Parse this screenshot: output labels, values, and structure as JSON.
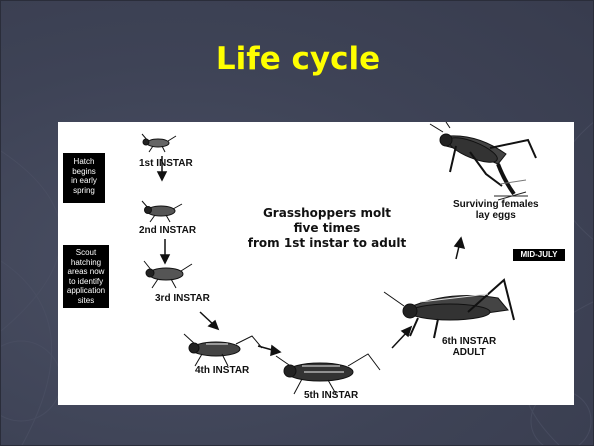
{
  "slide": {
    "title": "Life cycle"
  },
  "diagram": {
    "center_text": [
      "Grasshoppers molt",
      "five times",
      "from 1st instar to adult"
    ],
    "stages": [
      {
        "id": "1st",
        "label": "1st INSTAR"
      },
      {
        "id": "2nd",
        "label": "2nd INSTAR"
      },
      {
        "id": "3rd",
        "label": "3rd INSTAR"
      },
      {
        "id": "4th",
        "label": "4th INSTAR"
      },
      {
        "id": "5th",
        "label": "5th INSTAR"
      },
      {
        "id": "6th",
        "label_lines": [
          "6th INSTAR",
          "ADULT"
        ]
      }
    ],
    "eggs_label": [
      "Surviving females",
      "lay eggs"
    ],
    "hatch_note": [
      "Hatch",
      "begins",
      "in early",
      "spring"
    ],
    "scout_note": [
      "Scout",
      "hatching",
      "areas now",
      "to identify",
      "application",
      "sites"
    ],
    "date_tag": "MID-JULY"
  }
}
